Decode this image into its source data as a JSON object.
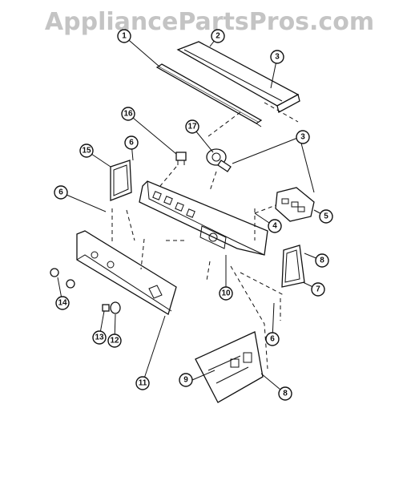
{
  "watermark": "AppliancePartsPros.com",
  "callouts": {
    "c1": "1",
    "c2": "2",
    "c3a": "3",
    "c3b": "3",
    "c4": "4",
    "c5": "5",
    "c6a": "6",
    "c6b": "6",
    "c6c": "6",
    "c7": "7",
    "c8a": "8",
    "c8b": "8",
    "c9": "9",
    "c10": "10",
    "c11": "11",
    "c12": "12",
    "c13": "13",
    "c14": "14",
    "c15": "15",
    "c16": "16",
    "c17": "17"
  }
}
